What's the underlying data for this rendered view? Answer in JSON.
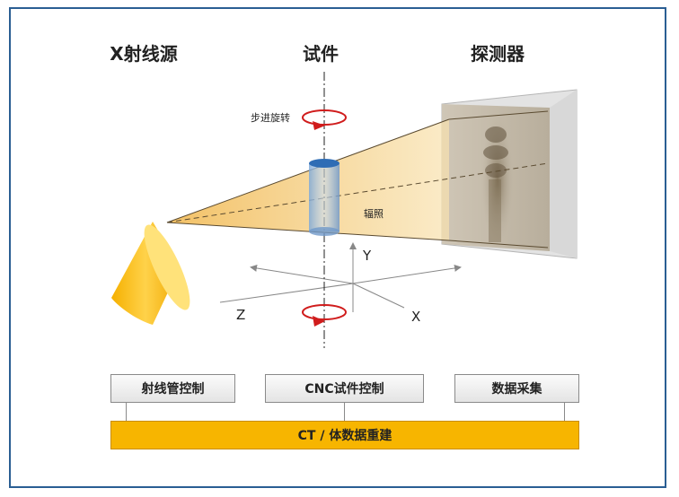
{
  "headings": {
    "source": "X射线源",
    "specimen": "试件",
    "detector": "探测器"
  },
  "labels": {
    "step_rotation": "步进旋转",
    "irradiation": "辐照"
  },
  "axes": {
    "y": "Y",
    "z": "Z",
    "x": "X"
  },
  "controls": {
    "tube_control": "射线管控制",
    "cnc_control": "CNC试件控制",
    "data_acquisition": "数据采集"
  },
  "reconstruction": "CT / 体数据重建",
  "colors": {
    "frame": "#2a5e93",
    "beam": "#f3c56a",
    "source": "#f5b800",
    "specimen": "#5b8fc7",
    "rotation_arrow": "#d01c1c",
    "ct_bar": "#f7b500"
  }
}
